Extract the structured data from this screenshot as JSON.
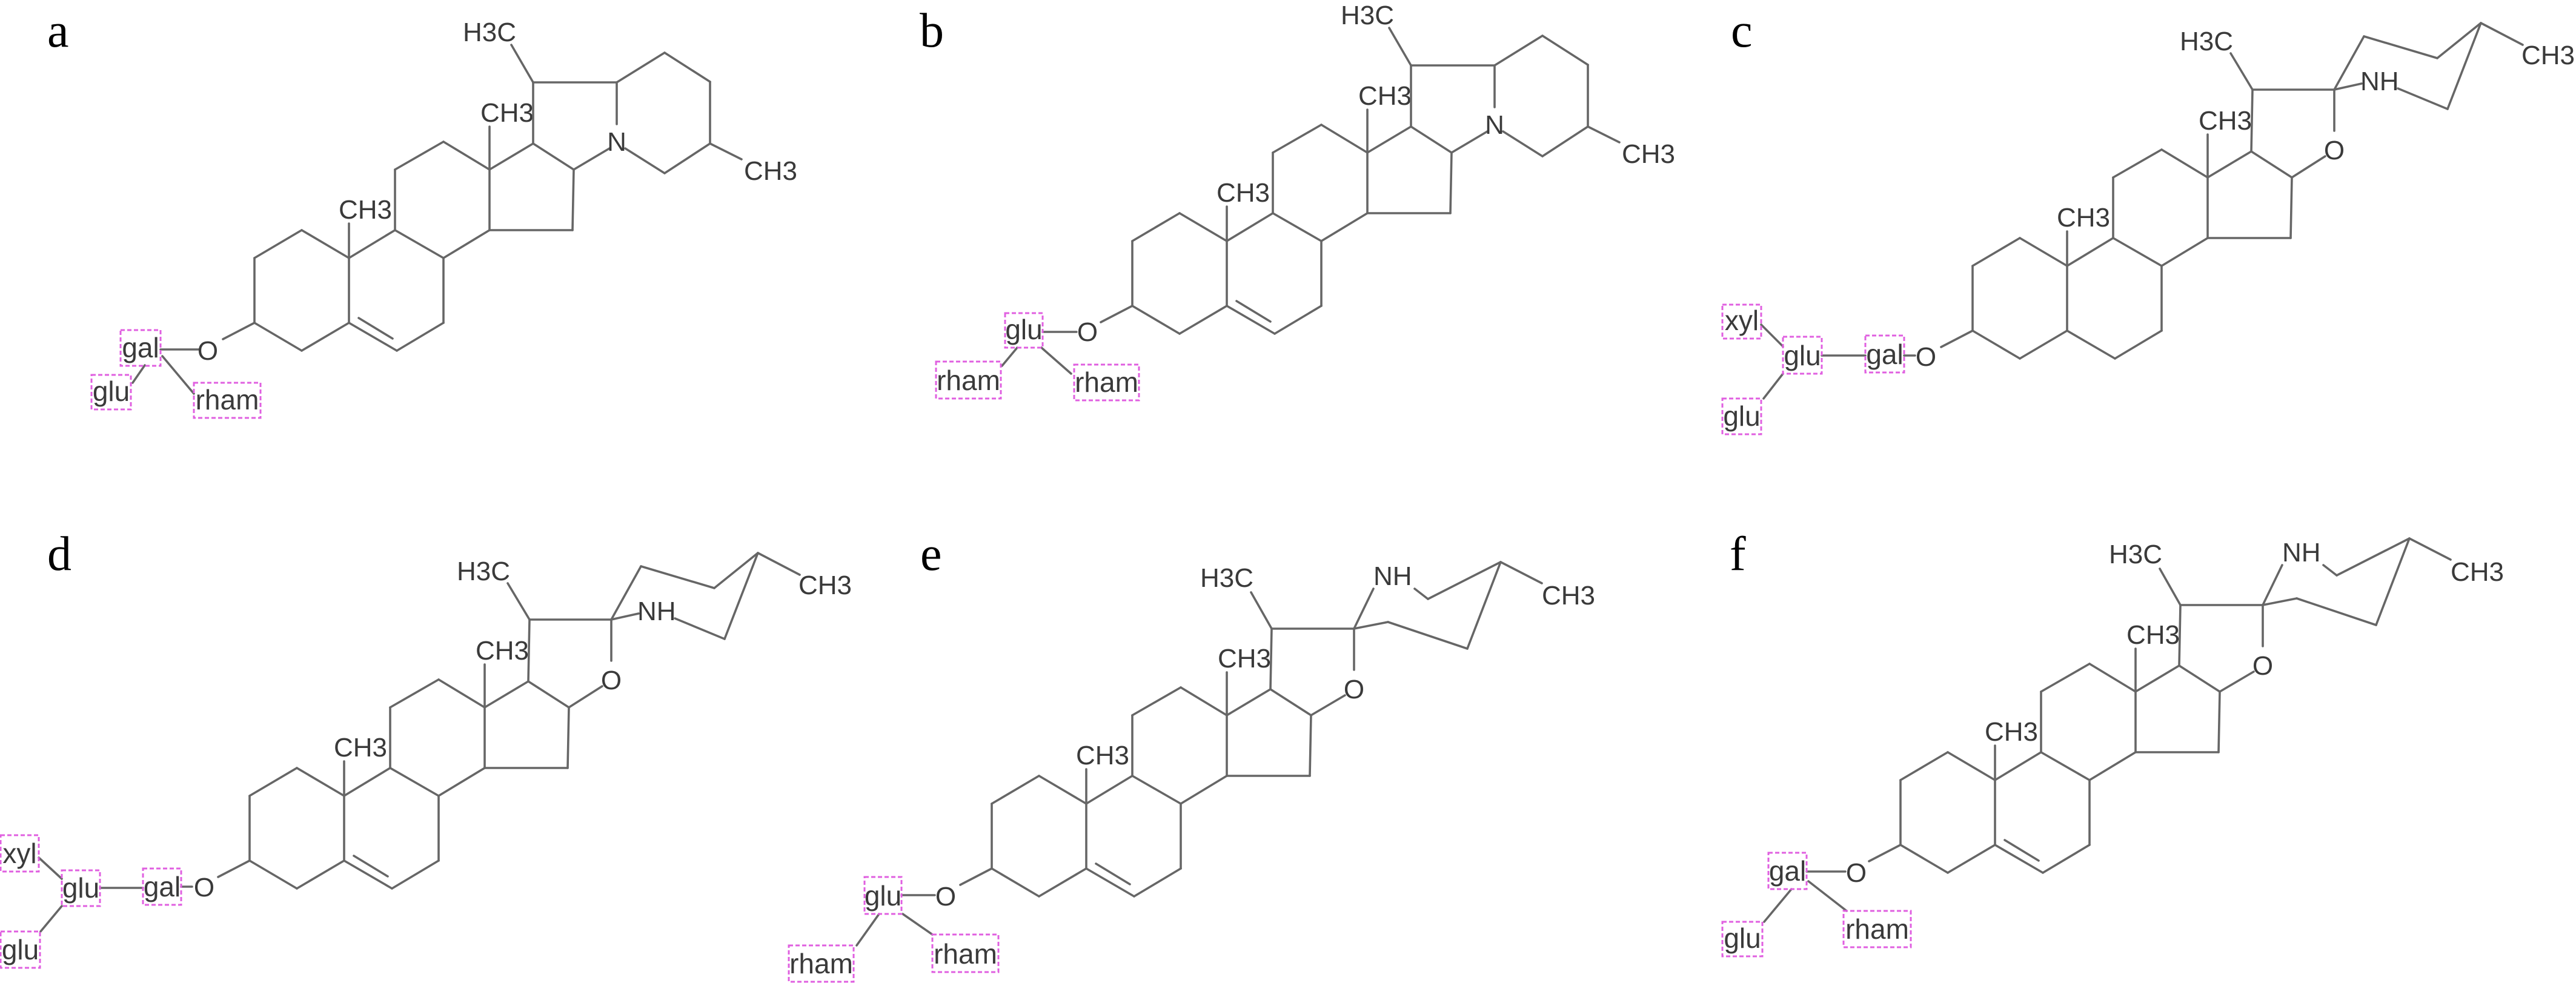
{
  "colors": {
    "bond": "#666666",
    "text": "#3a3a3a",
    "sugar_box": "#e060e0"
  },
  "panels": [
    {
      "label": "a",
      "atoms": {
        "glycoside_o": "O",
        "c19_methyl": "CH3",
        "c18_methyl": "CH3",
        "c21_methyl": "H3C",
        "c27_methyl": "CH3",
        "ring_n": "N"
      },
      "sugars": [
        "gal",
        "glu",
        "rham"
      ]
    },
    {
      "label": "b",
      "atoms": {
        "glycoside_o": "O",
        "c19_methyl": "CH3",
        "c18_methyl": "CH3",
        "c21_methyl": "H3C",
        "c27_methyl": "CH3",
        "ring_n": "N"
      },
      "sugars": [
        "glu",
        "rham",
        "rham"
      ]
    },
    {
      "label": "c",
      "atoms": {
        "glycoside_o": "O",
        "c19_methyl": "CH3",
        "c18_methyl": "CH3",
        "c21_methyl": "H3C",
        "c27_methyl": "CH3",
        "ring_o": "O",
        "nh": "NH"
      },
      "sugars": [
        "gal",
        "glu",
        "xyl",
        "glu"
      ]
    },
    {
      "label": "d",
      "atoms": {
        "glycoside_o": "O",
        "c19_methyl": "CH3",
        "c18_methyl": "CH3",
        "c21_methyl": "H3C",
        "c27_methyl": "CH3",
        "ring_o": "O",
        "nh": "NH"
      },
      "sugars": [
        "gal",
        "glu",
        "xyl",
        "glu"
      ]
    },
    {
      "label": "e",
      "atoms": {
        "glycoside_o": "O",
        "c19_methyl": "CH3",
        "c18_methyl": "CH3",
        "c21_methyl": "H3C",
        "c27_methyl": "CH3",
        "ring_o": "O",
        "nh": "NH"
      },
      "sugars": [
        "glu",
        "rham",
        "rham"
      ]
    },
    {
      "label": "f",
      "atoms": {
        "glycoside_o": "O",
        "c19_methyl": "CH3",
        "c18_methyl": "CH3",
        "c21_methyl": "H3C",
        "c27_methyl": "CH3",
        "ring_o": "O",
        "nh": "NH"
      },
      "sugars": [
        "gal",
        "glu",
        "rham"
      ]
    }
  ]
}
